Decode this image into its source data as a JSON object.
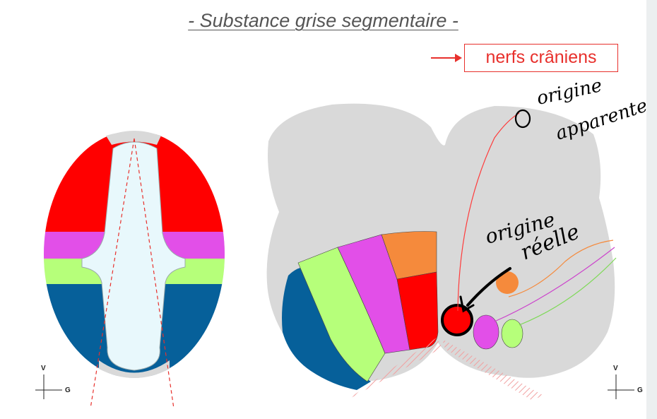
{
  "title": "- Substance grise segmentaire -",
  "legend_box": {
    "label": "nerfs crâniens",
    "color": "#e8302c"
  },
  "annotations": {
    "origine_apparente": [
      "origine",
      "apparente"
    ],
    "origine_reelle": [
      "origine",
      "réelle"
    ]
  },
  "axes_left": {
    "v": "V",
    "g": "G"
  },
  "axes_right": {
    "v": "V",
    "g": "G"
  },
  "colors": {
    "gray_matter_bg": "#d9d9d9",
    "canal": "#e8f8fc",
    "somatic_afferent": "#ff0000",
    "visceral_afferent": "#e24fe8",
    "visceral_efferent": "#b6ff7a",
    "somatic_efferent": "#06609a",
    "orange": "#f58a3c"
  }
}
